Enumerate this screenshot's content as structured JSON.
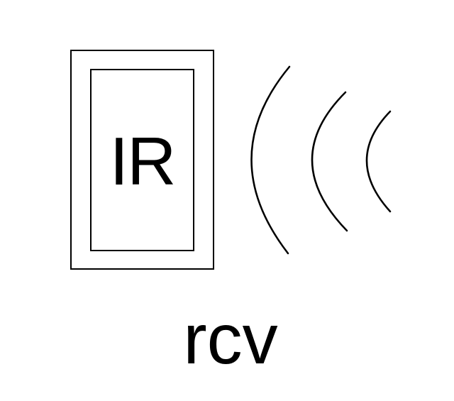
{
  "device": {
    "label": "IR",
    "icon": "ir-receiver-icon"
  },
  "signal": {
    "icon": "signal-waves-icon",
    "wave_count": 3
  },
  "caption": "rcv",
  "colors": {
    "stroke": "#000000",
    "background": "#ffffff"
  }
}
